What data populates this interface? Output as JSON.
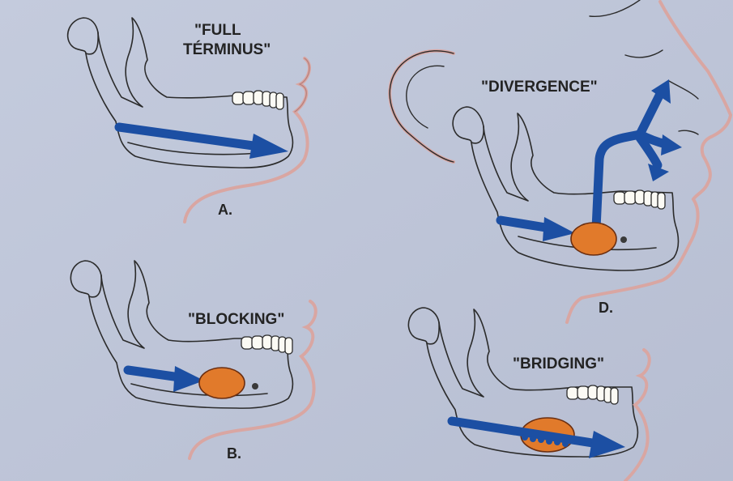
{
  "panels": [
    {
      "id": "A",
      "title_line1": "\"FULL",
      "title_line2": "TÉRMINUS\"",
      "letter": "A."
    },
    {
      "id": "B",
      "title": "\"BLOCKING\"",
      "letter": "B."
    },
    {
      "id": "C",
      "title": "\"BRIDGING\"",
      "letter": ""
    },
    {
      "id": "D",
      "title": "\"DIVERGENCE\"",
      "letter": "D."
    }
  ],
  "colors": {
    "background": "#bfc6d9",
    "bone": "#f4f0d7",
    "arrow": "#1c4fa3",
    "lesion": "#e17a2b",
    "skin_outline": "#d9a6a2"
  },
  "icons": {
    "arrow": "blue-arrow-icon",
    "lesion": "hatched-lesion-icon",
    "mandible": "mandible-icon",
    "face": "face-profile-icon",
    "ear": "ear-icon"
  }
}
